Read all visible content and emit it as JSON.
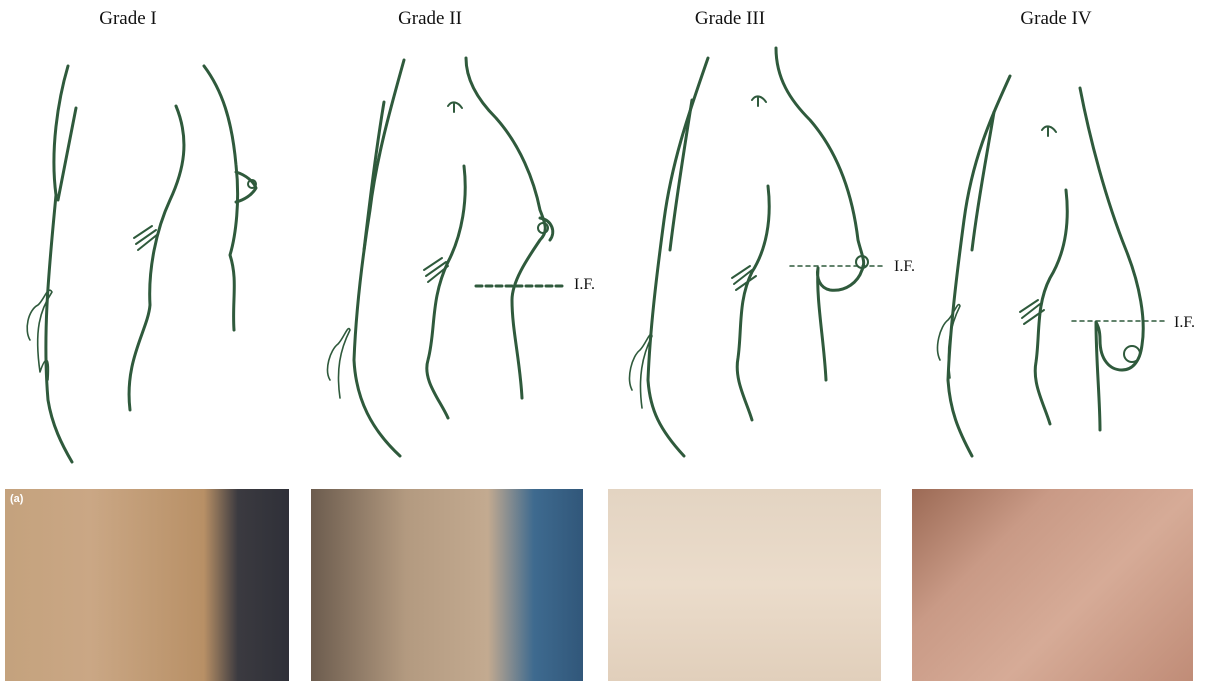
{
  "grades": [
    {
      "title": "Grade I"
    },
    {
      "title": "Grade II",
      "fold_label": "I.F."
    },
    {
      "title": "Grade III",
      "fold_label": "I.F."
    },
    {
      "title": "Grade IV",
      "fold_label": "I.F."
    }
  ],
  "photo_label": "(a)",
  "colors": {
    "sketch_line": "#2f5a3c",
    "text": "#111111",
    "background": "#ffffff"
  }
}
